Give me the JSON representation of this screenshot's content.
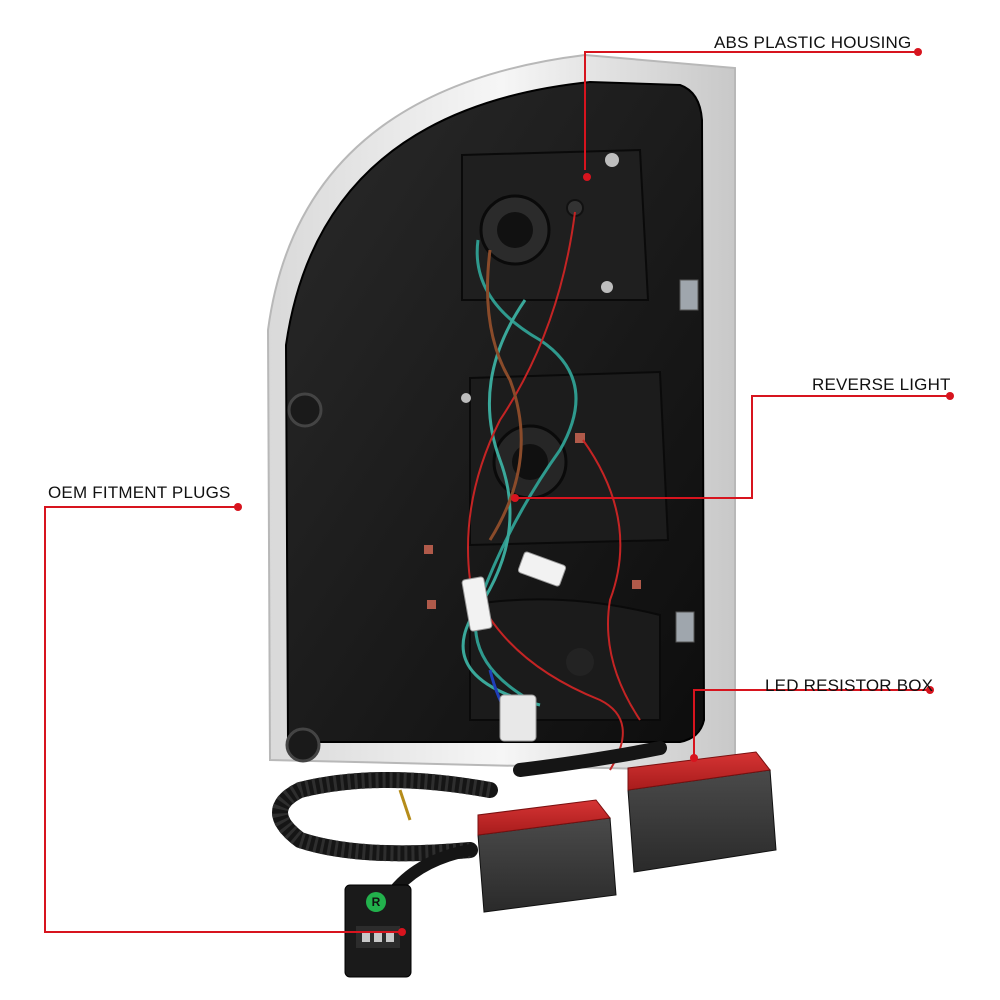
{
  "callouts": {
    "abs_housing": {
      "label": "ABS PLASTIC HOUSING"
    },
    "reverse_light": {
      "label": "REVERSE LIGHT"
    },
    "oem_plugs": {
      "label": "OEM FITMENT PLUGS"
    },
    "resistor_box": {
      "label": "LED RESISTOR BOX"
    }
  },
  "connector_mark": "R",
  "colors": {
    "leader_line": "#d7141e",
    "housing": "#141414",
    "resistor_top": "#cf2a2a",
    "connector_badge": "#22b14c"
  }
}
